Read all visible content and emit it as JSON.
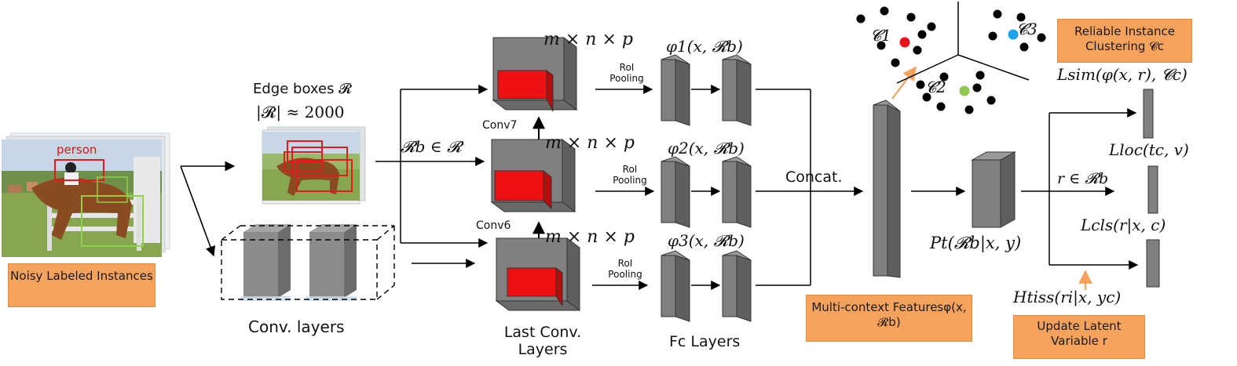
{
  "colors": {
    "orange_box": "#f5a25d",
    "block_gray": "#7a7a7a",
    "roi_red": "#ee1111",
    "cluster_red": "#e8101a",
    "cluster_blue": "#1aa3e8",
    "cluster_green": "#8cc84b"
  },
  "labels": {
    "noisy_box": "Noisy Labeled Instances",
    "person_tag": "person",
    "edge_boxes": "Edge boxes 𝓡",
    "edge_count": "|𝓡| ≈ 2000",
    "conv_layers": "Conv. layers",
    "rb_in_r": "𝓡b ∈ 𝓡",
    "mnp_top": "m × n × p",
    "mnp_mid": "m × n × p",
    "mnp_bot": "m × n × p",
    "conv7": "Conv7",
    "conv6": "Conv6",
    "last_conv": "Last Conv. Layers",
    "roi_top": "RoI Pooling",
    "roi_mid": "RoI Pooling",
    "roi_bot": "RoI Pooling",
    "phi1": "φ1(x, 𝓡b)",
    "phi2": "φ2(x, 𝓡b)",
    "phi3": "φ3(x, 𝓡b)",
    "fc_layers": "Fc Layers",
    "concat": "Concat.",
    "multi_context": "Multi-context Featuresφ(x, 𝓡b)",
    "c1": "𝓒1",
    "c2": "𝓒2",
    "c3": "𝓒3",
    "reliable_box": "Reliable Instance Clustering 𝓒c",
    "pt": "Pt(𝓡b|x, y)",
    "r_in_rb": "r ∈ 𝓡b",
    "l_sim": "Lsim(φ(x, r), 𝓒c)",
    "l_loc": "Lloc(tc, v)",
    "l_cls": "Lcls(r|x, c)",
    "h_iss": "Htiss(ri|x, yc)",
    "update_box": "Update Latent Variable r"
  }
}
